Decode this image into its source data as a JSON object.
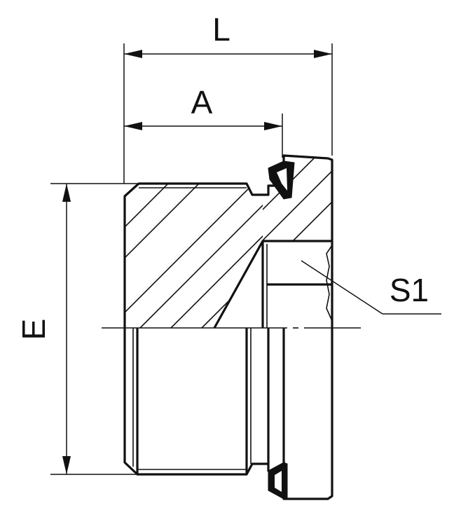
{
  "dimensions": {
    "length": "L",
    "thread_length": "A",
    "thread_diameter": "E",
    "hex_socket": "S1"
  },
  "colors": {
    "line": "#111111",
    "background": "#ffffff"
  }
}
